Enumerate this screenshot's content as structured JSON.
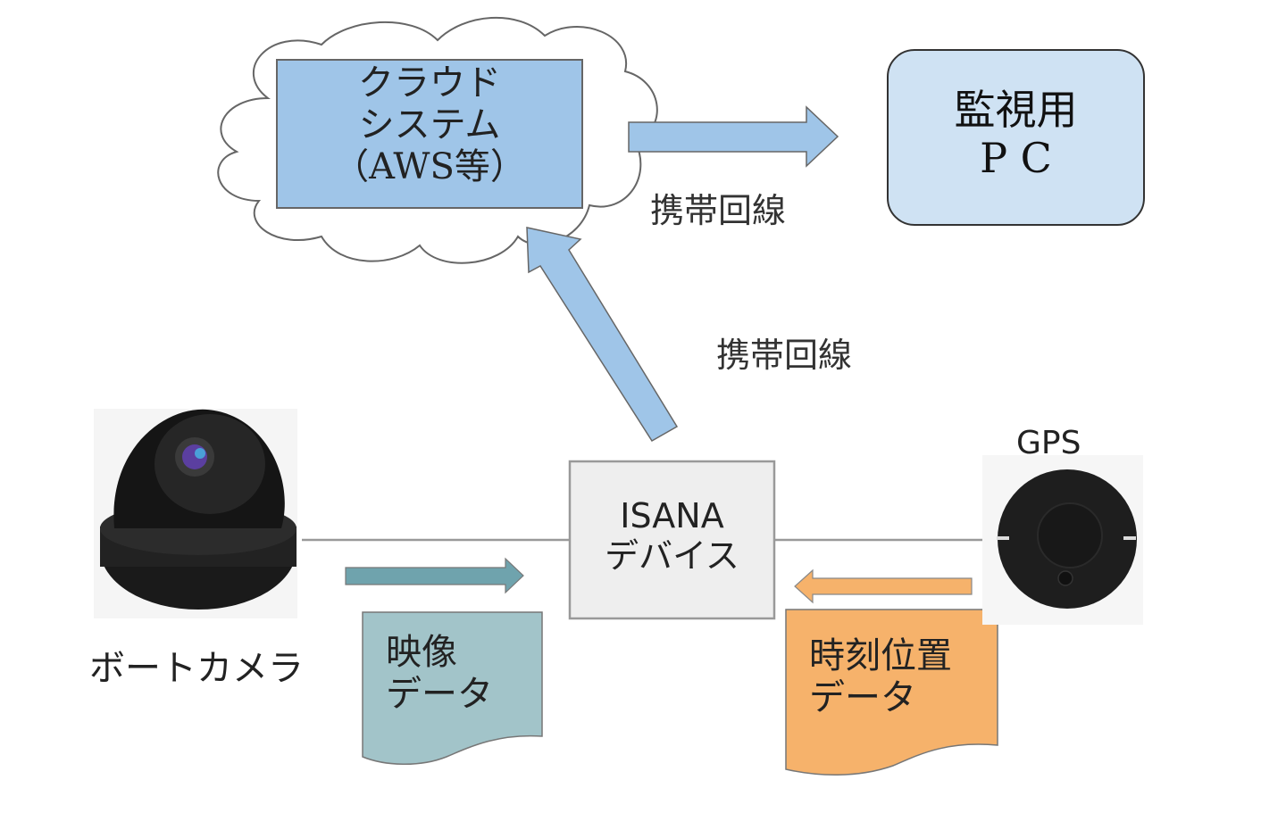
{
  "diagram": {
    "cloud_system": {
      "line1": "クラウド",
      "line2": "システム",
      "line3": "（AWS等）"
    },
    "monitor_pc": {
      "line1": "監視用",
      "line2": "P C"
    },
    "link_label_top": "携帯回線",
    "link_label_middle": "携帯回線",
    "isana_device": {
      "line1": "ISANA",
      "line2": "デバイス"
    },
    "boat_camera": {
      "label": "ボートカメラ",
      "icon": "dome-camera-icon"
    },
    "gps": {
      "label": "GPS",
      "icon": "gps-antenna-icon"
    },
    "video_data": {
      "line1": "映像",
      "line2": "データ"
    },
    "time_position_data": {
      "line1": "時刻位置",
      "line2": "データ"
    },
    "colors": {
      "cloud_box": "#9fc5e8",
      "monitor_box": "#cfe2f3",
      "isana_box": "#eeeeee",
      "blue_arrow": "#9fc5e8",
      "video_arrow": "#6fa3ad",
      "video_doc": "#a2c4c9",
      "gps_arrow": "#f6b26b",
      "gps_doc": "#f6b26b",
      "stroke": "#555555"
    }
  }
}
